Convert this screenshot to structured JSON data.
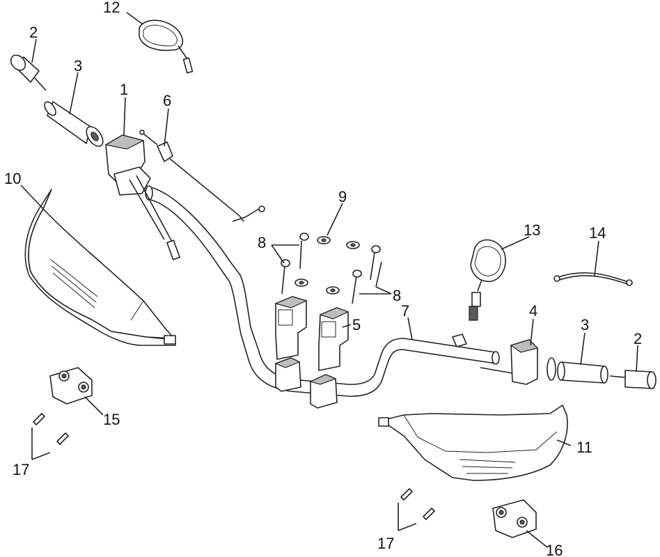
{
  "callouts": {
    "c1": "1",
    "c2a": "2",
    "c2b": "2",
    "c3a": "3",
    "c3b": "3",
    "c4": "4",
    "c5": "5",
    "c6": "6",
    "c7": "7",
    "c8a": "8",
    "c8b": "8",
    "c9": "9",
    "c10": "10",
    "c11": "11",
    "c12": "12",
    "c13": "13",
    "c14": "14",
    "c15": "15",
    "c16": "16",
    "c17a": "17",
    "c17b": "17"
  }
}
